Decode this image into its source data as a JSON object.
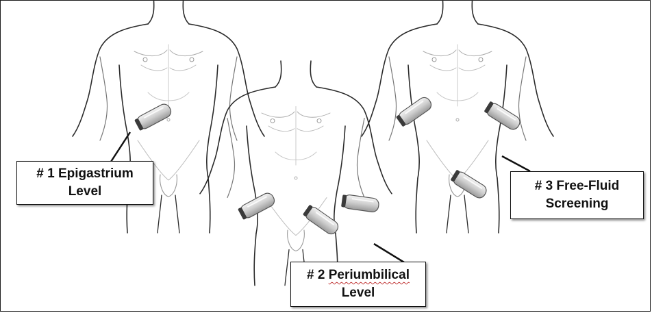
{
  "callouts": [
    {
      "id": "epigastrium",
      "number": "# 1",
      "line1_rest": "Epigastrium",
      "line2": "Level"
    },
    {
      "id": "periumbilical",
      "number": "# 2",
      "line1_rest": "Periumbilical",
      "line2": "Level"
    },
    {
      "id": "free-fluid",
      "number": "# 3",
      "line1_rest": "Free-Fluid",
      "line2": "Screening"
    }
  ],
  "colors": {
    "outline": "#2a2a2a",
    "shading": "#cfcfcf",
    "probe_body": "#d9d9d9",
    "probe_tip": "#3a3a3a"
  },
  "icons": [
    "torso-outline",
    "ultrasound-probe"
  ]
}
